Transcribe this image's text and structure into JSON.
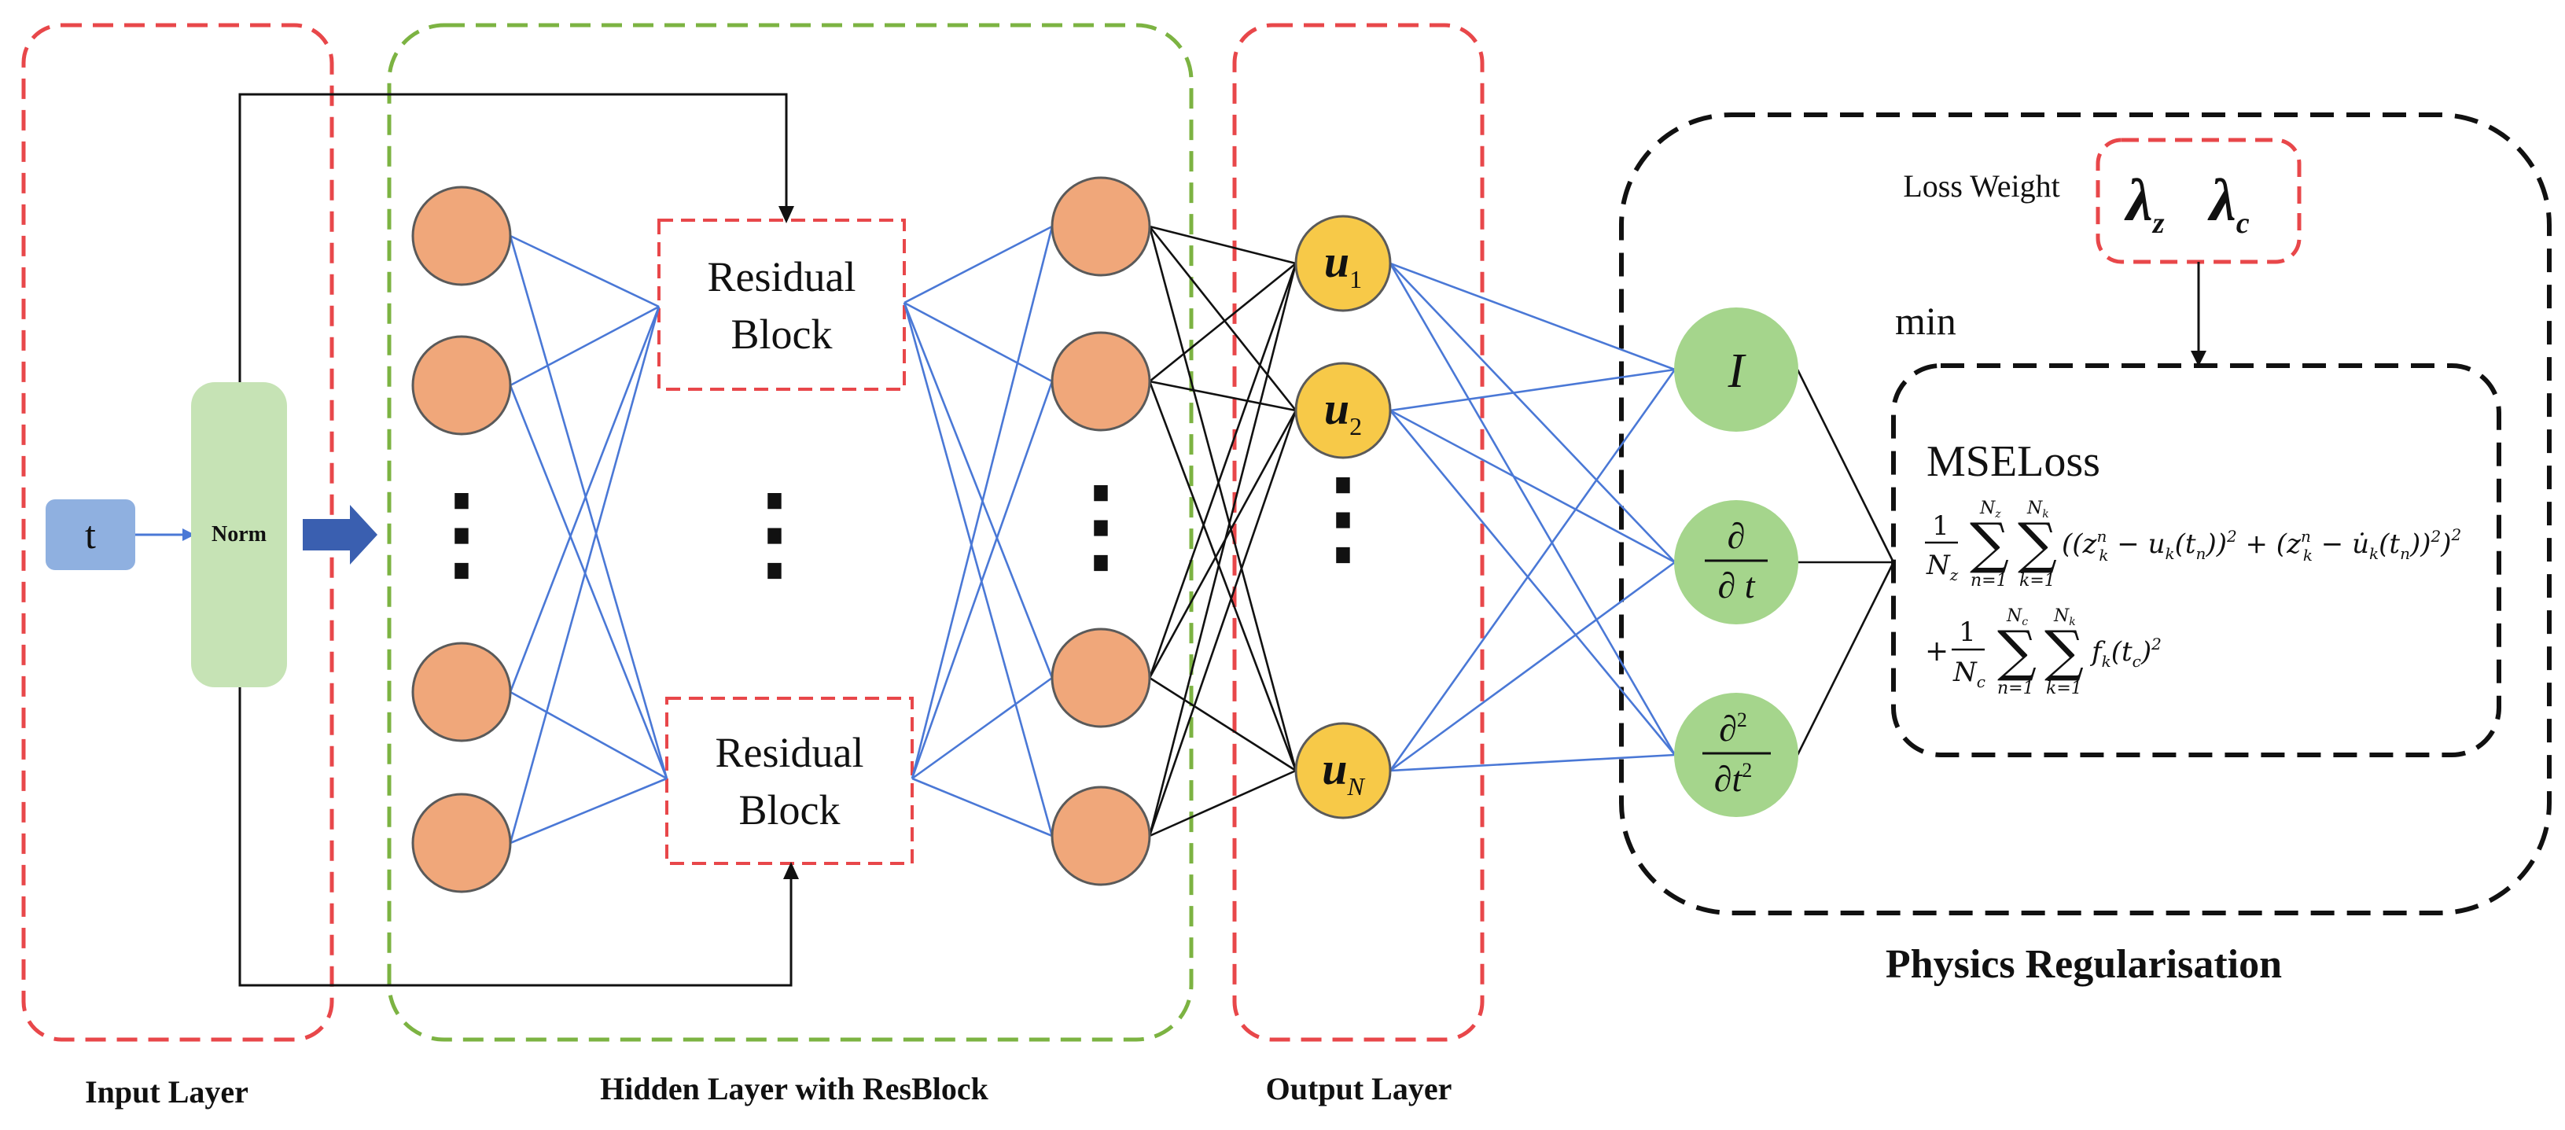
{
  "input_section": {
    "title": "Input Layer",
    "input_node": "t",
    "norm_label": "Norm"
  },
  "hidden_section": {
    "title": "Hidden Layer with ResBlock",
    "residual_block_top": [
      "Residual",
      "Block"
    ],
    "residual_block_bottom": [
      "Residual",
      "Block"
    ]
  },
  "output_section": {
    "title": "Output Layer",
    "nodes": [
      {
        "base": "u",
        "sub": "1"
      },
      {
        "base": "u",
        "sub": "2"
      },
      {
        "base": "u",
        "sub": "N"
      }
    ]
  },
  "physics_section": {
    "title": "Physics Regularisation",
    "loss_weight_label": "Loss Weight",
    "lambdas": [
      {
        "base": "λ",
        "sub": "z"
      },
      {
        "base": "λ",
        "sub": "c"
      }
    ],
    "min_label": "min",
    "mse_label": "MSELoss",
    "operators": {
      "identity": "I",
      "d1_num": "∂",
      "d1_den": "∂ t",
      "d2_num": "∂",
      "d2_num_exp": "2",
      "d2_den": "∂t",
      "d2_den_exp": "2"
    },
    "formula": {
      "one": "1",
      "Nz": "N",
      "Nz_sub": "z",
      "Nc": "N",
      "Nc_sub": "c",
      "sum1_upper": "N",
      "sum1_upper_sub": "z",
      "sum1_lower": "n=1",
      "sum2_upper": "N",
      "sum2_upper_sub": "k",
      "sum2_lower": "k=1",
      "term1": "((z",
      "term1_sup": "n",
      "term1_sub": "k",
      "term1_rest": " − u",
      "term1_rest_sub": "k",
      "term1_arg": "(t",
      "term1_arg_sub": "n",
      "term1_close": "))",
      "sq": "2",
      "plus": " + (z",
      "term2_sup": "n",
      "term2_sub": "k",
      "term2_rest": " − u̇",
      "term2_rest_sub": "k",
      "term2_arg": "(t",
      "term2_arg_sub": "n",
      "term2_close": "))",
      "end": ")",
      "plus2": "+",
      "sum3_upper": "N",
      "sum3_upper_sub": "c",
      "sum3_lower": "n=1",
      "sum4_upper": "N",
      "sum4_upper_sub": "k",
      "sum4_lower": "k=1",
      "f_term": "f",
      "f_sub": "k",
      "f_arg": "(t",
      "f_arg_sub": "c",
      "f_close": ")"
    }
  },
  "ellipsis": "⋮",
  "colors": {
    "red_dash": "#e8474a",
    "green_dash": "#7cb342",
    "orange_node": "#f0a77a",
    "yellow_node": "#f7c948",
    "green_node": "#a5d58c",
    "blue_input": "#8fb0e0",
    "norm_green": "#c6e3b5",
    "blue_line": "#4a78d6",
    "arrow_blue": "#3a5fb0"
  }
}
